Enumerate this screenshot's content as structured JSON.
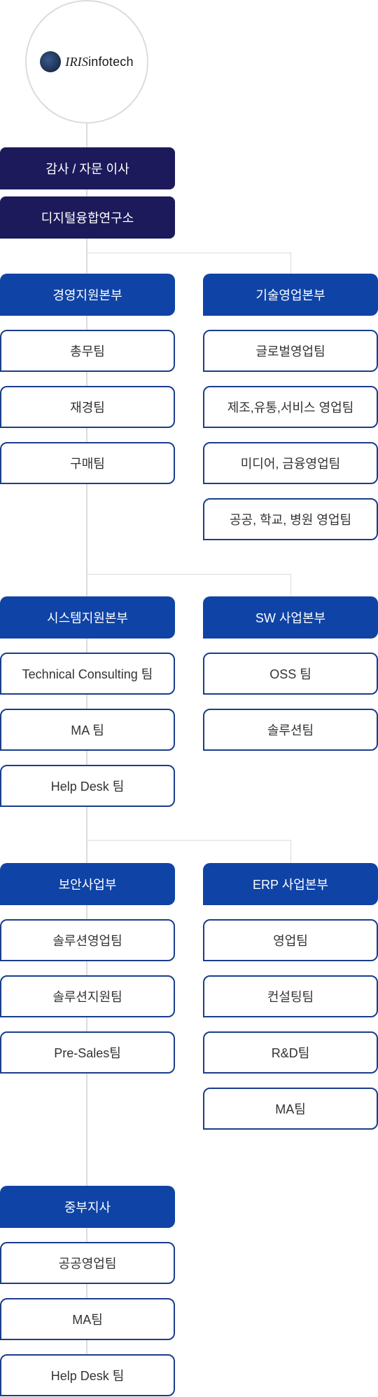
{
  "logo": {
    "name_part1": "IRIS",
    "name_part2": "infotech",
    "icon": "iris-logo-mark-icon"
  },
  "top": [
    "감사 / 자문 이사",
    "디지털융합연구소"
  ],
  "groups": [
    {
      "left": {
        "title": "경영지원본부",
        "teams": [
          "총무팀",
          "재경팀",
          "구매팀"
        ]
      },
      "right": {
        "title": "기술영업본부",
        "teams": [
          "글로벌영업팀",
          "제조,유통,서비스 영업팀",
          "미디어, 금융영업팀",
          "공공, 학교, 병원 영업팀"
        ]
      }
    },
    {
      "left": {
        "title": "시스템지원본부",
        "teams": [
          "Technical Consulting 팀",
          "MA 팀",
          "Help Desk 팀"
        ]
      },
      "right": {
        "title": "SW 사업본부",
        "teams": [
          "OSS 팀",
          "솔루션팀"
        ]
      }
    },
    {
      "left": {
        "title": "보안사업부",
        "teams": [
          "솔루션영업팀",
          "솔루션지원팀",
          "Pre-Sales팀"
        ]
      },
      "right": {
        "title": "ERP 사업본부",
        "teams": [
          "영업팀",
          "컨설팅팀",
          "R&D팀",
          "MA팀"
        ]
      }
    },
    {
      "left": {
        "title": "중부지사",
        "teams": [
          "공공영업팀",
          "MA팀",
          "Help Desk 팀"
        ]
      }
    }
  ],
  "colors": {
    "dark": "#1c1a5a",
    "division": "#0f43a6",
    "team_border": "#1a3e8c",
    "connector": "#dcdcdc"
  }
}
